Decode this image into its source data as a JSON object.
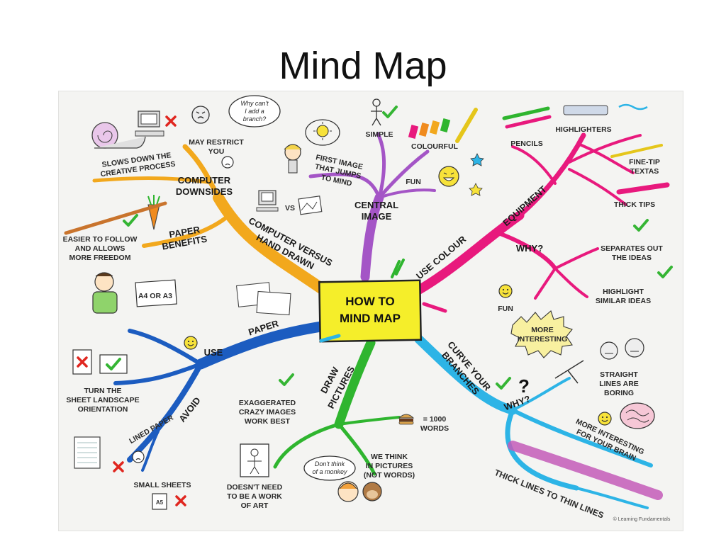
{
  "slide": {
    "title": "Mind Map"
  },
  "center": {
    "line1": "HOW TO",
    "line2": "MIND MAP"
  },
  "branches": {
    "computer_downsides": {
      "line1": "COMPUTER",
      "line2": "DOWNSIDES"
    },
    "computer_vs_hand": {
      "line1": "COMPUTER VERSUS",
      "line2": "HAND DRAWN"
    },
    "paper_benefits": {
      "line1": "PAPER",
      "line2": "BENEFITS"
    },
    "central_image": {
      "line1": "CENTRAL",
      "line2": "IMAGE"
    },
    "use_colour": "USE COLOUR",
    "equipment": "EQUIPMENT",
    "why_colour": "WHY?",
    "paper": "PAPER",
    "use": "USE",
    "avoid": "AVOID",
    "lined_paper": "LINED PAPER",
    "draw_pictures": {
      "line1": "DRAW",
      "line2": "PICTURES"
    },
    "curve_branches": {
      "line1": "CURVE YOUR",
      "line2": "BRANCHES"
    },
    "why_curve": "WHY?"
  },
  "labels": {
    "slows_down": {
      "line1": "SLOWS DOWN THE",
      "line2": "CREATIVE PROCESS"
    },
    "may_restrict": {
      "line1": "MAY RESTRICT",
      "line2": "YOU"
    },
    "bubble_branch": {
      "line1": "Why can't",
      "line2": "I add a",
      "line3": "branch?"
    },
    "easier": {
      "line1": "EASIER TO FOLLOW",
      "line2": "AND ALLOWS",
      "line3": "MORE FREEDOM"
    },
    "vs": "VS",
    "simple": "SIMPLE",
    "colourful": "COLOURFUL",
    "first_image": {
      "line1": "FIRST IMAGE",
      "line2": "THAT JUMPS",
      "line3": "TO MIND"
    },
    "fun_image": "FUN",
    "pencils": "PENCILS",
    "highlighters": "HIGHLIGHTERS",
    "fine_tip": {
      "line1": "FINE-TIP",
      "line2": "TEXTAS"
    },
    "thick_tips": "THICK TIPS",
    "separates": {
      "line1": "SEPARATES OUT",
      "line2": "THE IDEAS"
    },
    "highlight_similar": {
      "line1": "HIGHLIGHT",
      "line2": "SIMILAR IDEAS"
    },
    "more_interesting": {
      "line1": "MORE",
      "line2": "INTERESTING"
    },
    "fun_colour": "FUN",
    "a4_a3": "A4 OR A3",
    "turn_sheet": {
      "line1": "TURN THE",
      "line2": "SHEET LANDSCAPE",
      "line3": "ORIENTATION"
    },
    "small_sheets": "SMALL SHEETS",
    "a5": "A5",
    "exaggerated": {
      "line1": "EXAGGERATED",
      "line2": "CRAZY IMAGES",
      "line3": "WORK BEST"
    },
    "thousand_words": {
      "line1": "= 1000",
      "line2": "WORDS"
    },
    "we_think": {
      "line1": "WE THINK",
      "line2": "IN PICTURES",
      "line3": "(NOT WORDS)"
    },
    "bubble_monkey": {
      "line1": "Don't think",
      "line2": "of a monkey"
    },
    "doesnt_need": {
      "line1": "DOESN'T NEED",
      "line2": "TO BE A WORK",
      "line3": "OF ART"
    },
    "straight_lines": {
      "line1": "STRAIGHT",
      "line2": "LINES ARE",
      "line3": "BORING"
    },
    "more_interesting_brain": {
      "line1": "MORE INTERESTING",
      "line2": "FOR YOUR BRAIN"
    },
    "thick_thin": "THICK LINES TO THIN LINES",
    "credit": "© Learning Fundamentals"
  },
  "icons": {
    "snail": "snail-icon",
    "computer": "computer-icon",
    "carrot": "carrot-icon",
    "person": "person-icon",
    "brain": "brain-icon",
    "hamburger": "hamburger-icon",
    "check": "check-mark-icon",
    "cross": "cross-mark-icon"
  },
  "colors": {
    "orange_branch": "#f2a81d",
    "purple_branch": "#a455c6",
    "pink_branch": "#e8197d",
    "blue_branch": "#1c5cc0",
    "green_branch": "#2fb52f",
    "cyan_branch": "#2db4e6",
    "center_box": "#f5ee2a",
    "check": "#35b534",
    "cross": "#e0261f"
  }
}
